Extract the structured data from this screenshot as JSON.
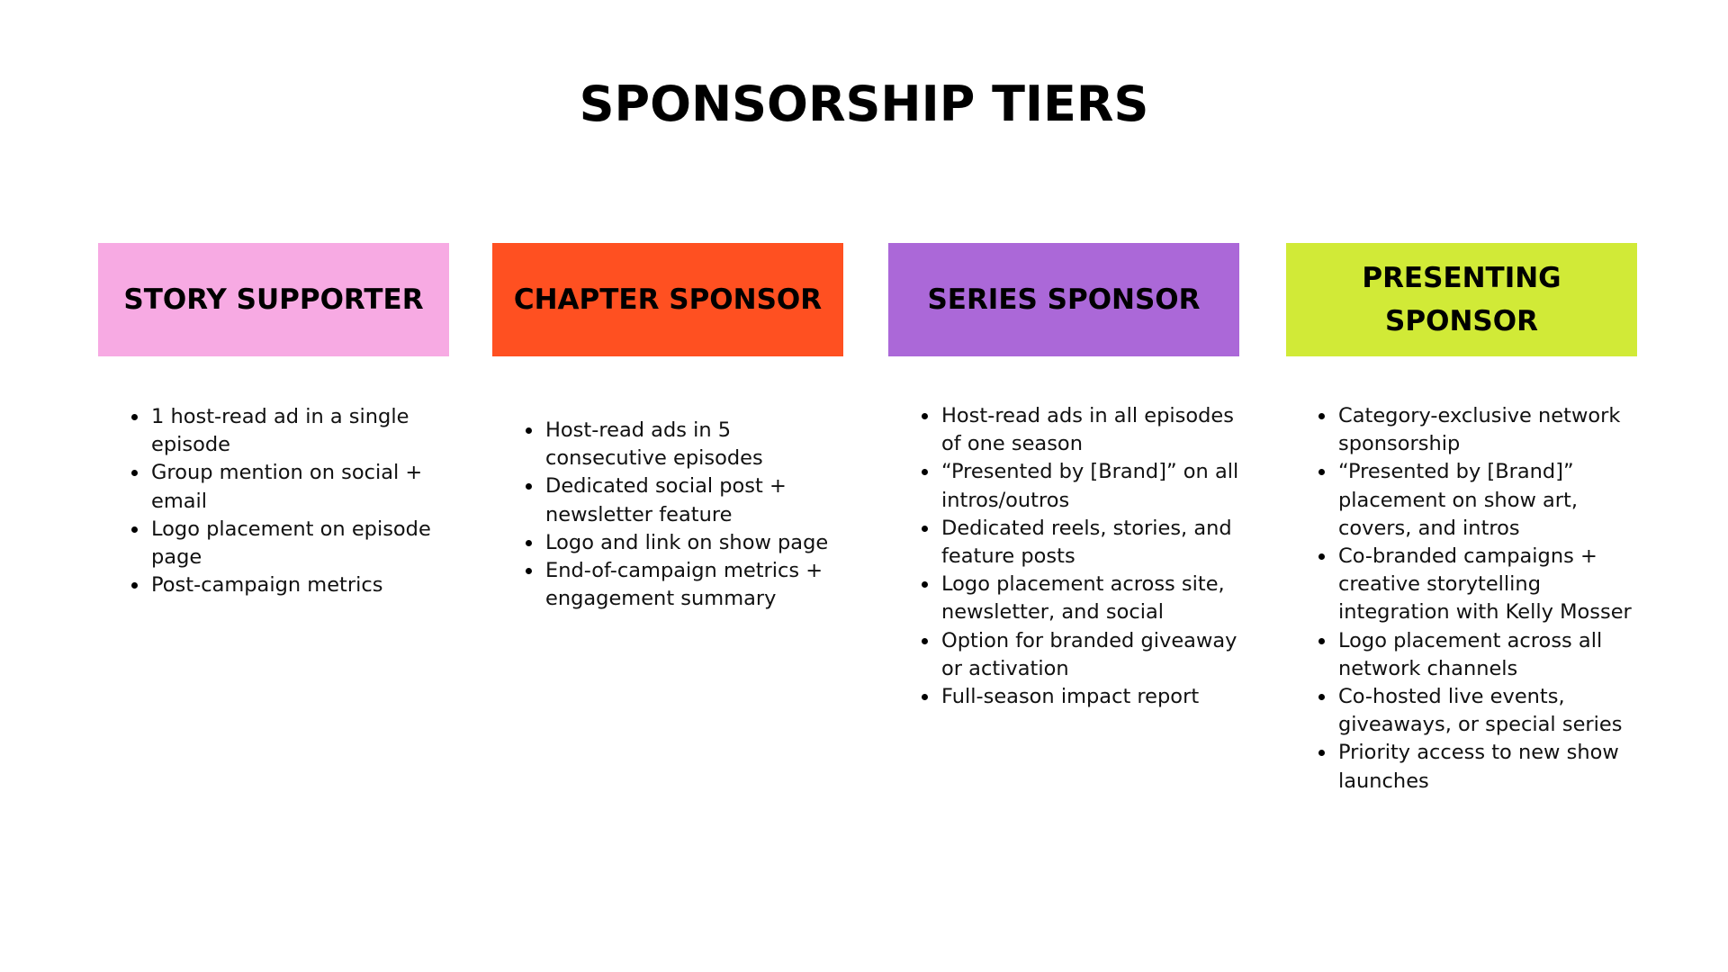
{
  "page": {
    "title": "SPONSORSHIP TIERS"
  },
  "tiers": [
    {
      "name": "STORY SUPPORTER",
      "color": "#f7aae3",
      "benefits": [
        "1 host-read ad in a single episode",
        "Group mention on social + email",
        "Logo placement on episode page",
        "Post-campaign metrics"
      ]
    },
    {
      "name": "CHAPTER SPONSOR",
      "color": "#ff5021",
      "benefits": [
        "Host-read ads in 5 consecutive episodes",
        "Dedicated social post + newsletter feature",
        "Logo and link on show page",
        "End-of-campaign metrics + engagement summary"
      ]
    },
    {
      "name": "SERIES SPONSOR",
      "color": "#ab68d8",
      "benefits": [
        "Host-read ads in all episodes of one season",
        "“Presented by [Brand]” on all intros/outros",
        "Dedicated reels, stories, and feature posts",
        "Logo placement across site, newsletter, and social",
        "Option for branded giveaway or activation",
        "Full-season impact report"
      ]
    },
    {
      "name": "PRESENTING SPONSOR",
      "color": "#d1ea37",
      "benefits": [
        "Category-exclusive network sponsorship",
        "“Presented by [Brand]” placement on show art, covers, and intros",
        "Co-branded campaigns + creative storytelling integration with Kelly Mosser",
        "Logo placement across all network channels",
        "Co-hosted live events, giveaways, or special series",
        "Priority access to new show launches"
      ]
    }
  ]
}
